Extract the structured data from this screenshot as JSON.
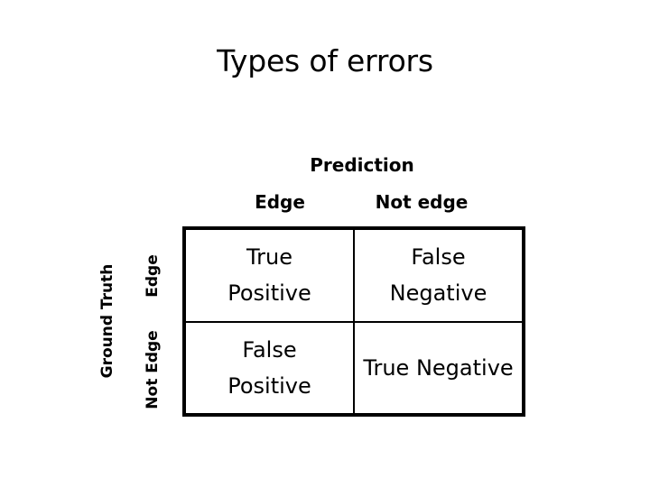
{
  "slide": {
    "title": "Types of errors",
    "background_color": "#ffffff",
    "text_color": "#000000",
    "border_color": "#000000"
  },
  "axes": {
    "prediction_label": "Prediction",
    "ground_truth_label": "Ground Truth",
    "prediction_columns": [
      "Edge",
      "Not edge"
    ],
    "ground_truth_rows": [
      "Edge",
      "Not Edge"
    ]
  },
  "matrix": {
    "rows": [
      {
        "row_label": "Edge",
        "cells": [
          {
            "name": "true-positive",
            "lines": [
              "True",
              "Positive"
            ]
          },
          {
            "name": "false-negative",
            "lines": [
              "False",
              "Negative"
            ]
          }
        ]
      },
      {
        "row_label": "Not Edge",
        "cells": [
          {
            "name": "false-positive",
            "lines": [
              "False",
              "Positive"
            ]
          },
          {
            "name": "true-negative",
            "lines": [
              "True Negative"
            ]
          }
        ]
      }
    ]
  }
}
